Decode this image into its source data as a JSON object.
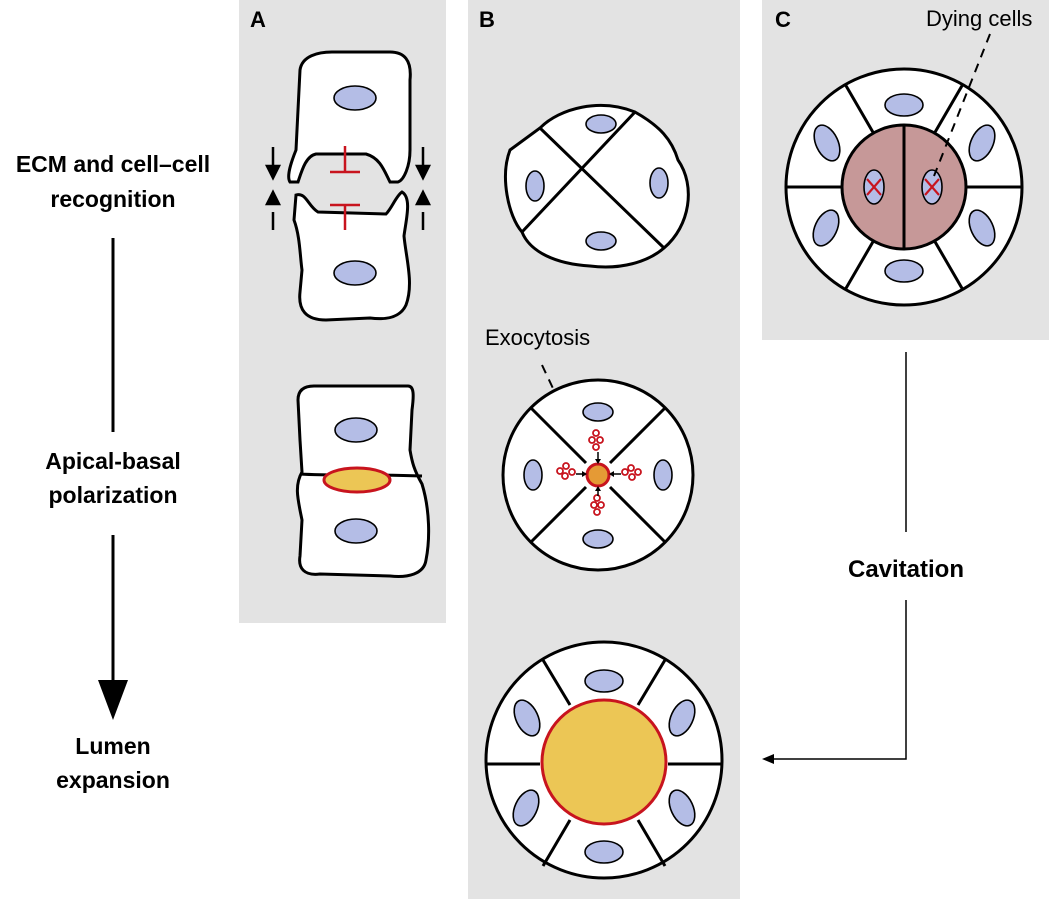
{
  "stages": {
    "ecm_line1": "ECM and cell–cell",
    "ecm_line2": "recognition",
    "polar_line1": "Apical-basal",
    "polar_line2": "polarization",
    "lumen_line1": "Lumen",
    "lumen_line2": "expansion"
  },
  "panels": {
    "a": "A",
    "b": "B",
    "c": "C"
  },
  "callouts": {
    "exocytosis": "Exocytosis",
    "dying_cells": "Dying cells",
    "cavitation": "Cavitation"
  },
  "colors": {
    "panel_bg": "#e3e3e3",
    "nucleus": "#b4bde6",
    "lumen": "#ecc655",
    "lumen_border": "#c8141e",
    "dying_cell": "#c69898",
    "vesicle": "#c8141e"
  }
}
